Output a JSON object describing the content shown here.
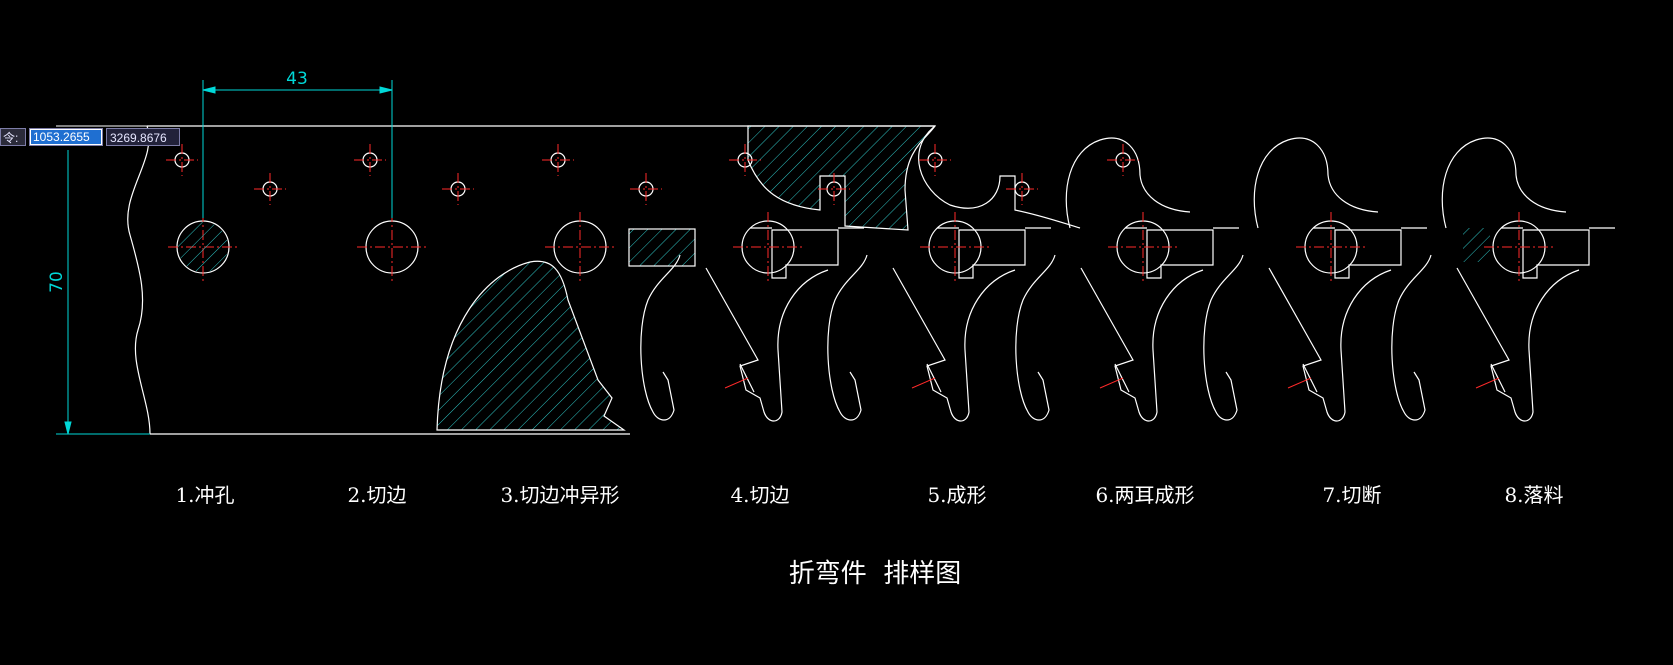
{
  "colors": {
    "outline": "#ffffff",
    "hatch": "#2ec4c4",
    "centerline": "#ff2a2a",
    "dimension": "#00d8d8",
    "background": "#000000"
  },
  "command_prompt": {
    "label": "令:",
    "x_value": "1053.2655",
    "y_value": "3269.8676"
  },
  "dimensions": {
    "pitch": "43",
    "strip_width": "70"
  },
  "stations": [
    {
      "label": "1.冲孔"
    },
    {
      "label": "2.切边"
    },
    {
      "label": "3.切边冲异形"
    },
    {
      "label": "4.切边"
    },
    {
      "label": "5.成形"
    },
    {
      "label": "6.两耳成形"
    },
    {
      "label": "7.切断"
    },
    {
      "label": "8.落料"
    }
  ],
  "drawing_title": "折弯件  排样图"
}
